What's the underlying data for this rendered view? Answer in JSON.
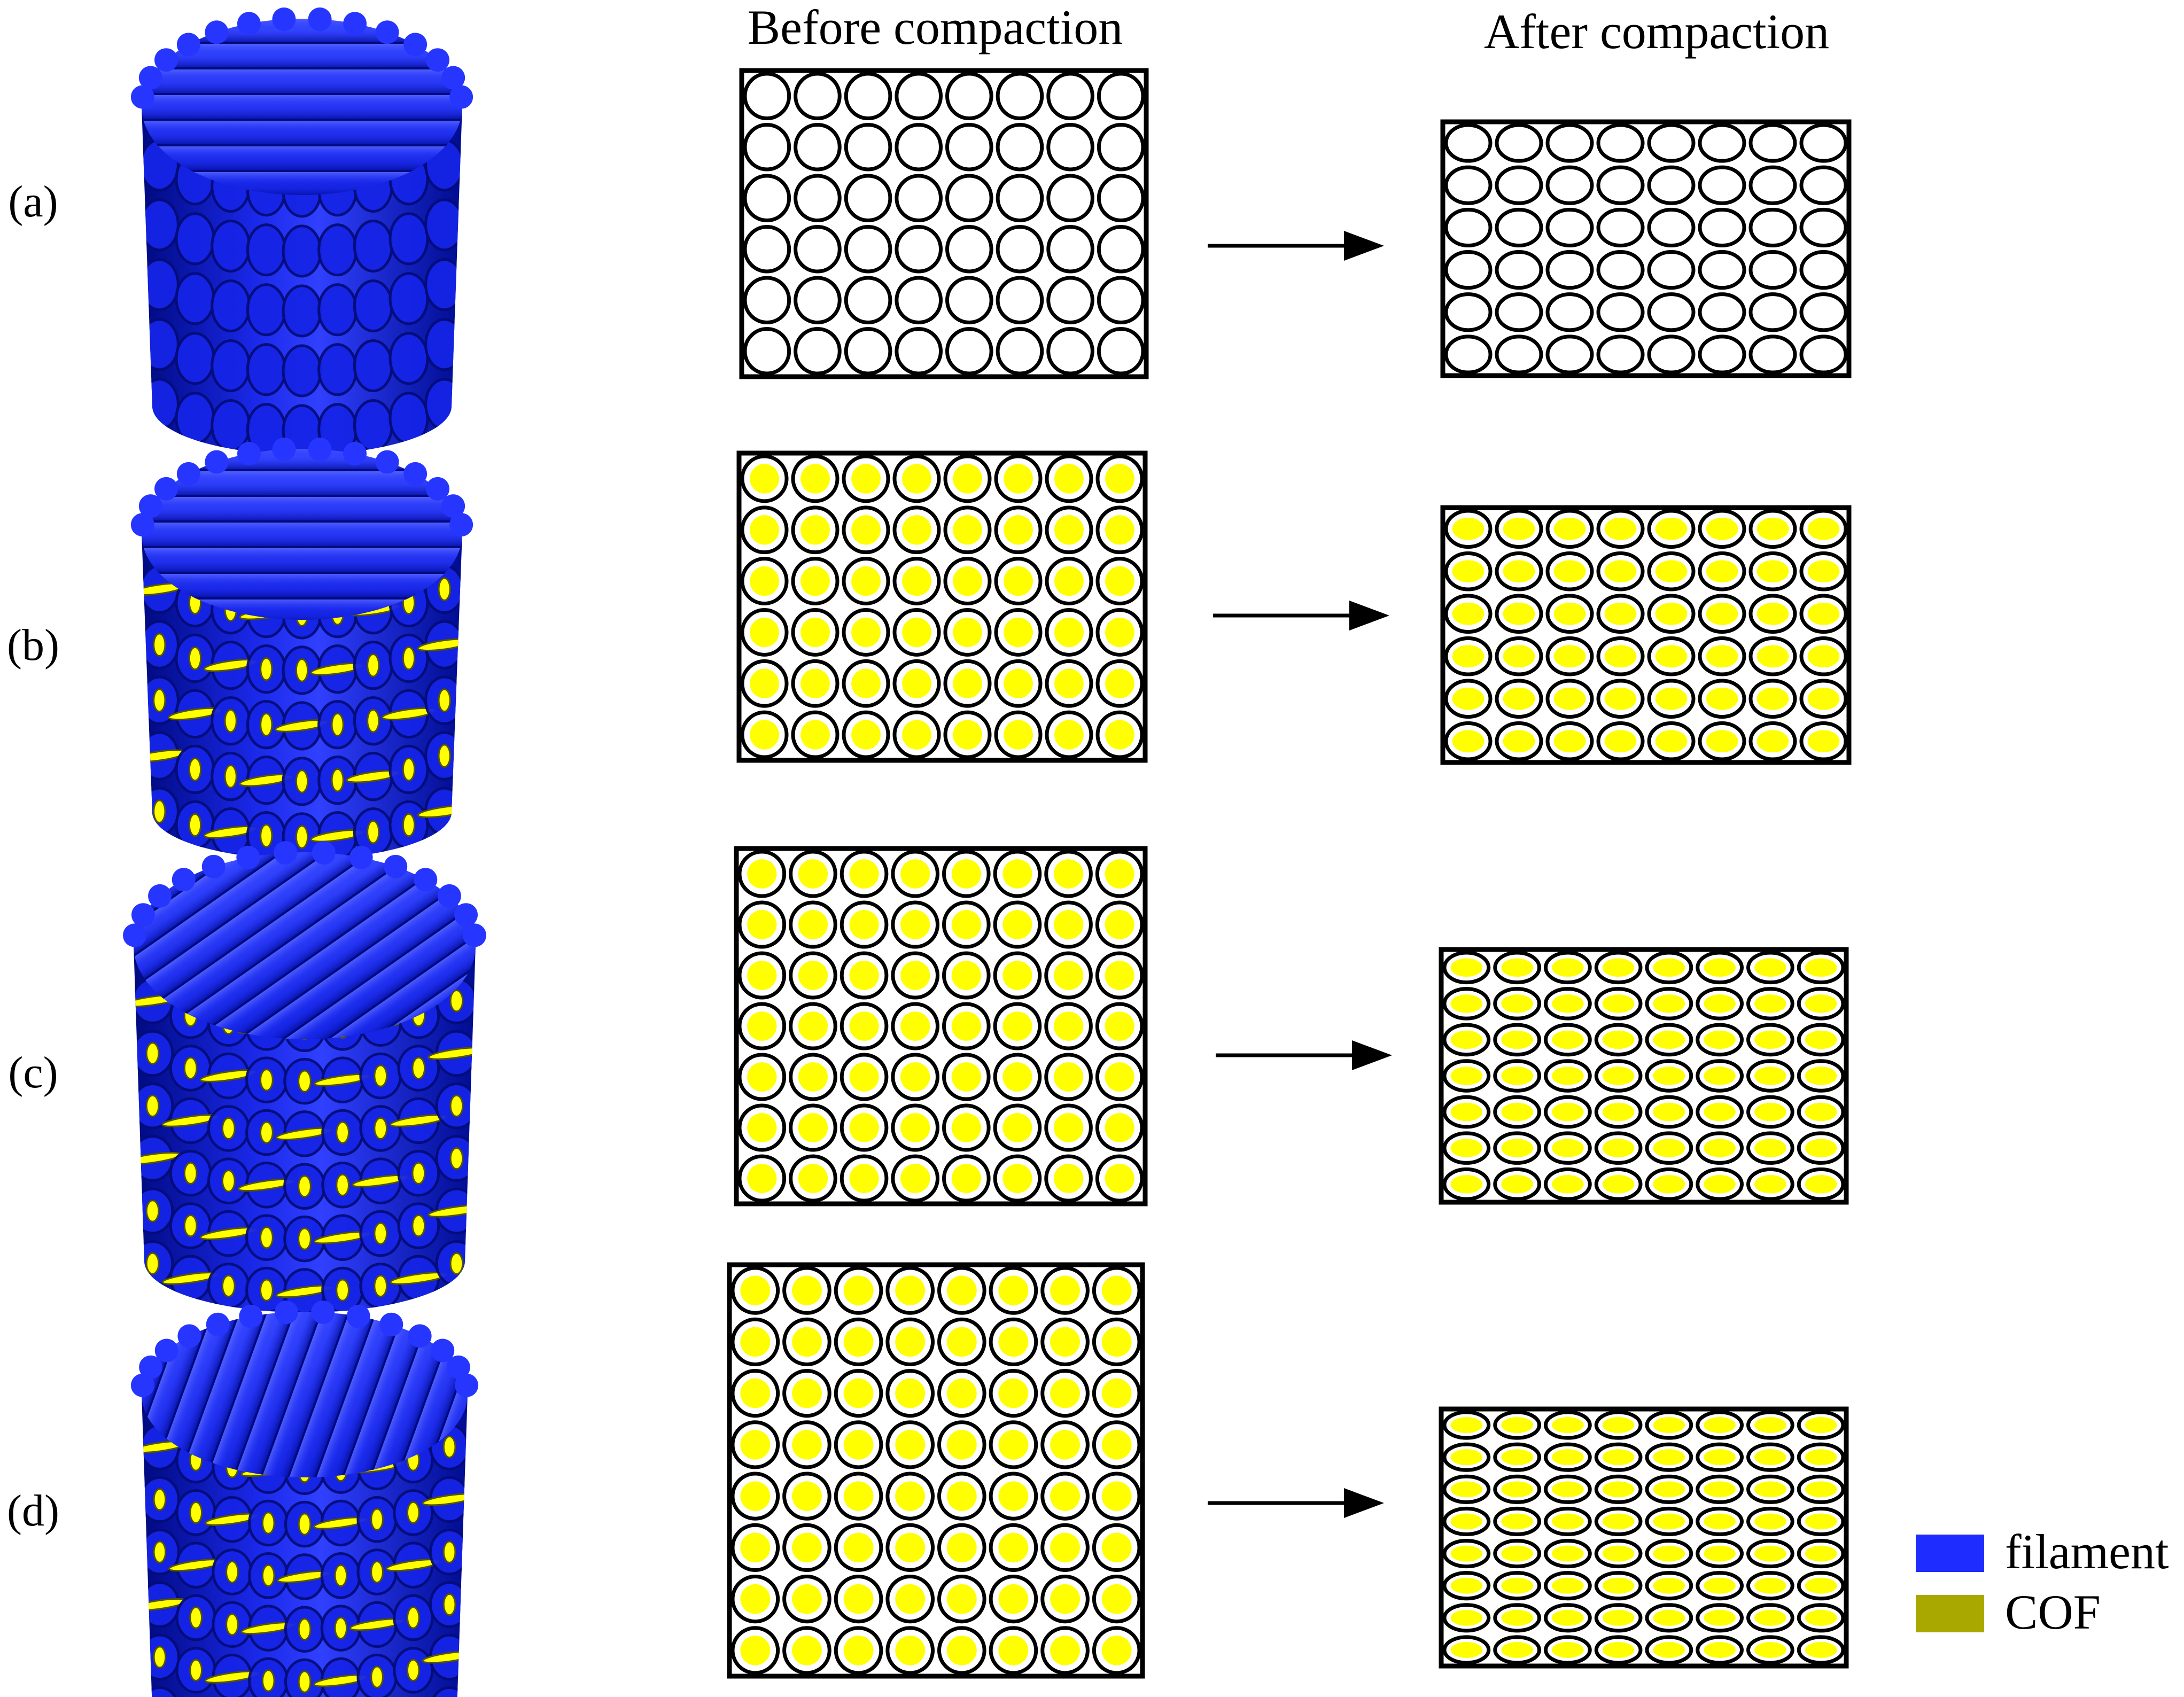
{
  "headers": {
    "before": "Before compaction",
    "after": "After compaction"
  },
  "rows": [
    {
      "label": "(a)",
      "cof": false,
      "before_grid": {
        "cols": 8,
        "rows": 6
      },
      "after_grid": {
        "cols": 8,
        "rows": 6
      }
    },
    {
      "label": "(b)",
      "cof": true,
      "before_grid": {
        "cols": 8,
        "rows": 6
      },
      "after_grid": {
        "cols": 8,
        "rows": 6
      }
    },
    {
      "label": "(c)",
      "cof": true,
      "before_grid": {
        "cols": 8,
        "rows": 7
      },
      "after_grid": {
        "cols": 8,
        "rows": 7
      }
    },
    {
      "label": "(d)",
      "cof": true,
      "before_grid": {
        "cols": 8,
        "rows": 8
      },
      "after_grid": {
        "cols": 8,
        "rows": 8
      }
    }
  ],
  "legend": [
    {
      "label": "filament",
      "color": "#1e2cff"
    },
    {
      "label": "COF",
      "color": "#a8a800"
    }
  ],
  "colors": {
    "filament": "#1e2cff",
    "filament_dark": "#0a1290",
    "cof": "#ffff00",
    "outline": "#000000"
  }
}
